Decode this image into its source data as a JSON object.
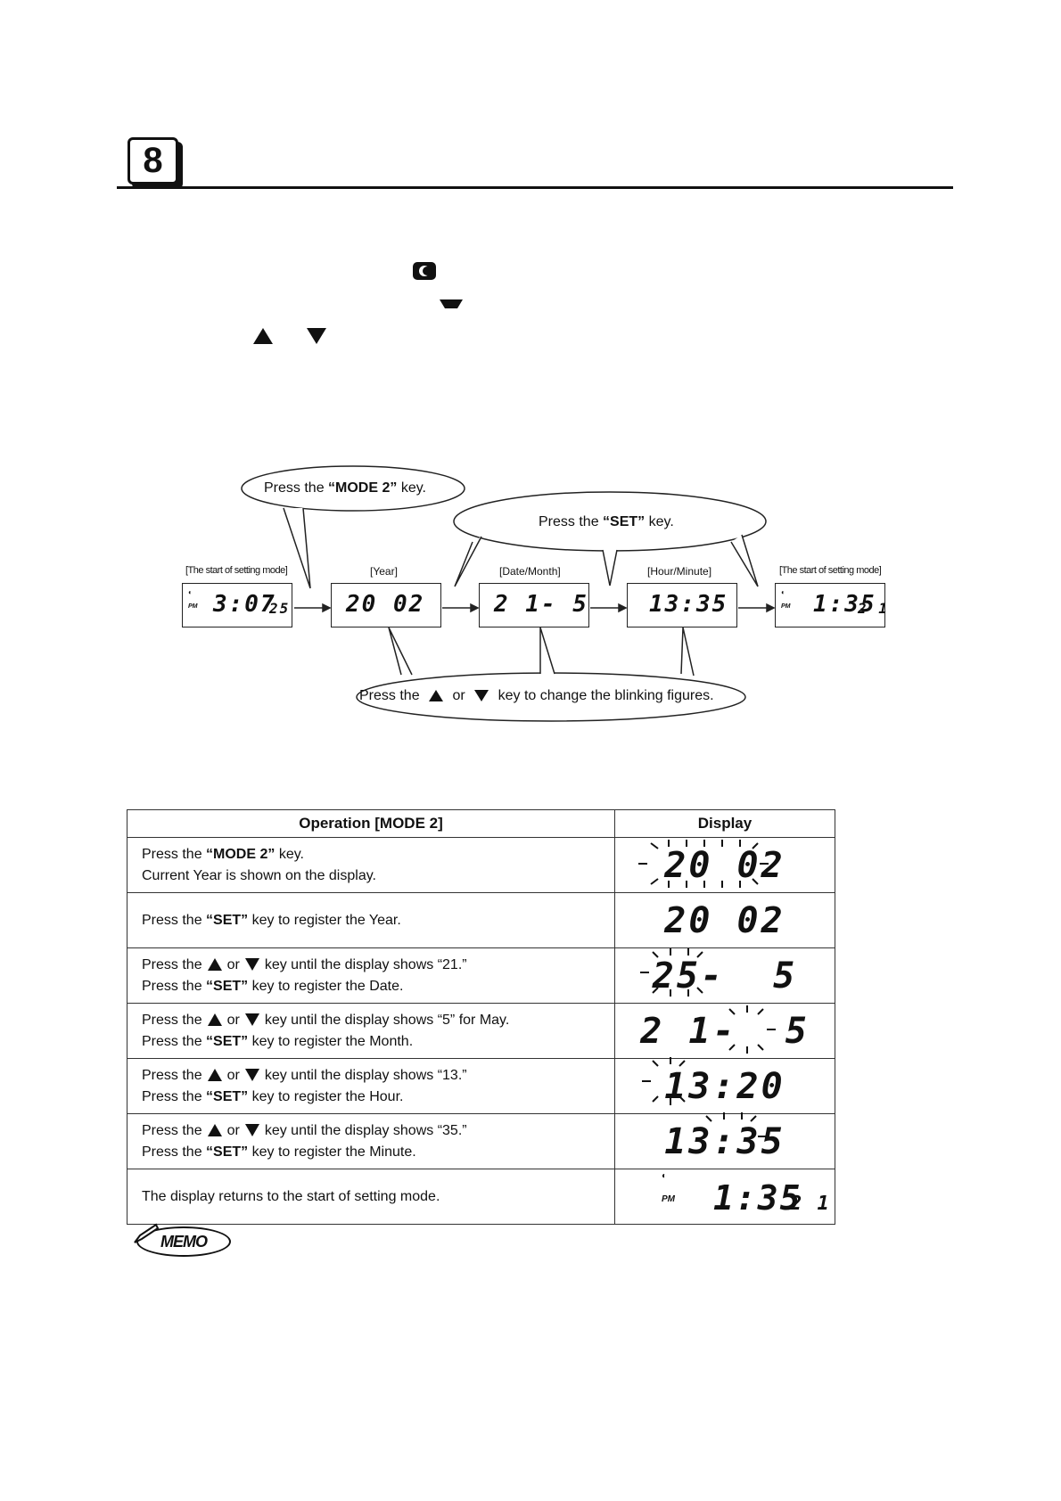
{
  "chapter": {
    "number": "8"
  },
  "header_icons": {
    "moon_icon": "moon-icon",
    "down_caret": "down-arrow-icon",
    "up_key": "up-triangle-icon",
    "down_key": "down-triangle-icon"
  },
  "diagram": {
    "bubble_mode2": {
      "pre": "Press the ",
      "key": "“MODE 2”",
      "post": " key."
    },
    "bubble_set": {
      "pre": "Press the ",
      "key": "“SET”",
      "post": " key."
    },
    "bubble_arrows": {
      "pre": "Press the ",
      "mid": " or ",
      "post": " key to change the blinking figures."
    },
    "steps": [
      {
        "label": "[The start of setting mode]",
        "pm": "PM",
        "display": "3:07",
        "small": "25"
      },
      {
        "label": "[Year]",
        "display": "20 02"
      },
      {
        "label": "[Date/Month]",
        "display": "2 1- 5"
      },
      {
        "label": "[Hour/Minute]",
        "display": "13:35"
      },
      {
        "label": "[The start of setting mode]",
        "pm": "PM",
        "display": "1:35",
        "small": "2 1"
      }
    ]
  },
  "table": {
    "header_operation": "Operation [MODE 2]",
    "header_display": "Display",
    "rows": [
      {
        "l1_pre": "Press the ",
        "l1_key": "“MODE 2”",
        "l1_post": " key.",
        "l2": "Current Year is shown on the display.",
        "display": "20 02"
      },
      {
        "l1_pre": "Press the ",
        "l1_key": "“SET”",
        "l1_post": " key to register the Year.",
        "display": "20 02"
      },
      {
        "a_pre": "Press the",
        "a_or": "or",
        "a_post": "key until the display shows “21.”",
        "b_pre": "Press the ",
        "b_key": "“SET”",
        "b_post": " key to register the Date.",
        "display": "25-  5"
      },
      {
        "a_pre": "Press the",
        "a_or": "or",
        "a_post": "key until the display shows “5” for May.",
        "b_pre": "Press the ",
        "b_key": "“SET”",
        "b_post": " key to register the Month.",
        "display": "2 1-  5"
      },
      {
        "a_pre": "Press the",
        "a_or": "or",
        "a_post": "key until the display shows “13.”",
        "b_pre": "Press the ",
        "b_key": "“SET”",
        "b_post": " key to register the Hour.",
        "display": "13:20"
      },
      {
        "a_pre": "Press the",
        "a_or": "or",
        "a_post": "key until the display shows “35.”",
        "b_pre": "Press the ",
        "b_key": "“SET”",
        "b_post": " key to register the Minute.",
        "display": "13:35"
      },
      {
        "l1": "The display returns to the start of setting mode.",
        "pm": "PM",
        "display": "1:35",
        "small": "2 1"
      }
    ]
  },
  "memo": {
    "label": "MEMO"
  }
}
